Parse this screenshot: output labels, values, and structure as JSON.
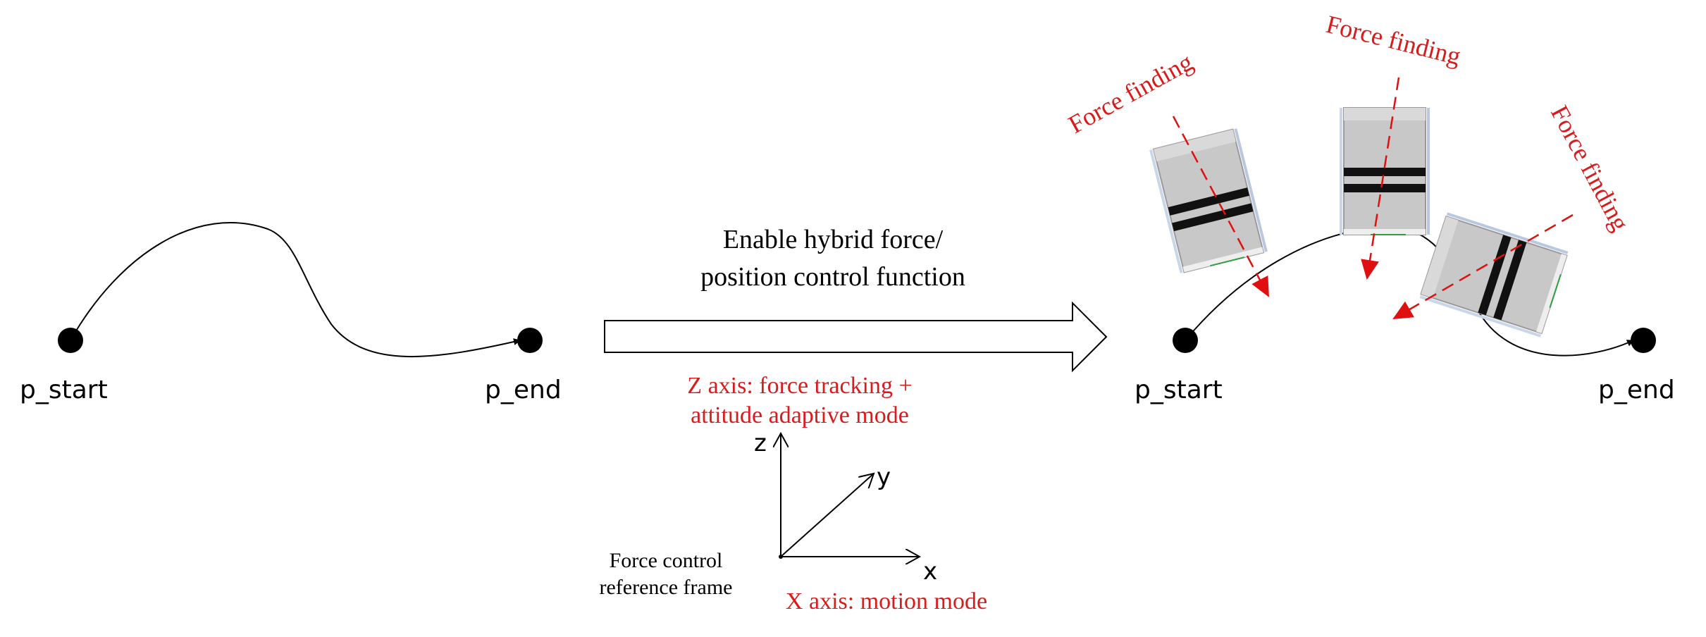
{
  "left_path": {
    "start_label": "p_start",
    "end_label": "p_end"
  },
  "center": {
    "arrow_caption_line1": "Enable hybrid force/",
    "arrow_caption_line2": "position control function",
    "z_axis_note_line1": "Z axis: force tracking +",
    "z_axis_note_line2": "attitude adaptive mode",
    "x_axis_note": "X axis: motion mode",
    "frame_caption_line1": "Force control",
    "frame_caption_line2": "reference frame",
    "axis_z": "z",
    "axis_y": "y",
    "axis_x": "x"
  },
  "right_path": {
    "start_label": "p_start",
    "end_label": "p_end",
    "force_label_1": "Force finding",
    "force_label_2": "Force finding",
    "force_label_3": "Force finding"
  },
  "colors": {
    "annotation_red": "#d81b1b",
    "line_black": "#000000",
    "tool_gray": "#c9c9c9"
  }
}
